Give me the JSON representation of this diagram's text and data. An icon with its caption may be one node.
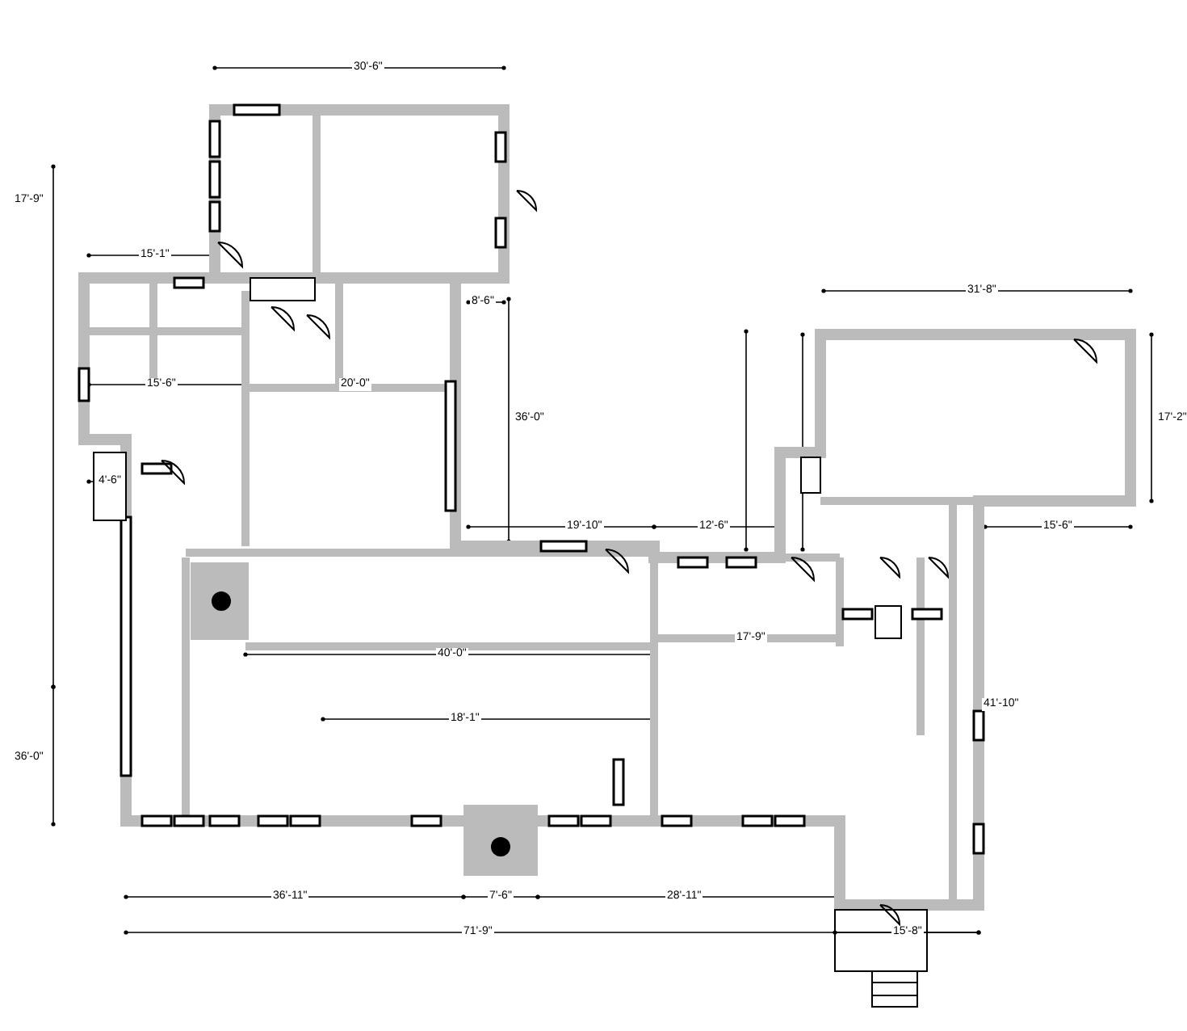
{
  "diagram": {
    "labels": [
      "30'-6\"",
      "17'-9\"",
      "15'-1\"",
      "8'-6\"",
      "31'-8\"",
      "17'-2\"",
      "15'-6\"",
      "20'-0\"",
      "36'-0\"",
      "4'-6\"",
      "19'-10\"",
      "12'-6\"",
      "15'-6\"",
      "36'-0\"",
      "40'-0\"",
      "17'-9\"",
      "18'-1\"",
      "41'-10\"",
      "36'-11\"",
      "7'-6\"",
      "28'-11\"",
      "71'-9\"",
      "15'-8\""
    ]
  }
}
